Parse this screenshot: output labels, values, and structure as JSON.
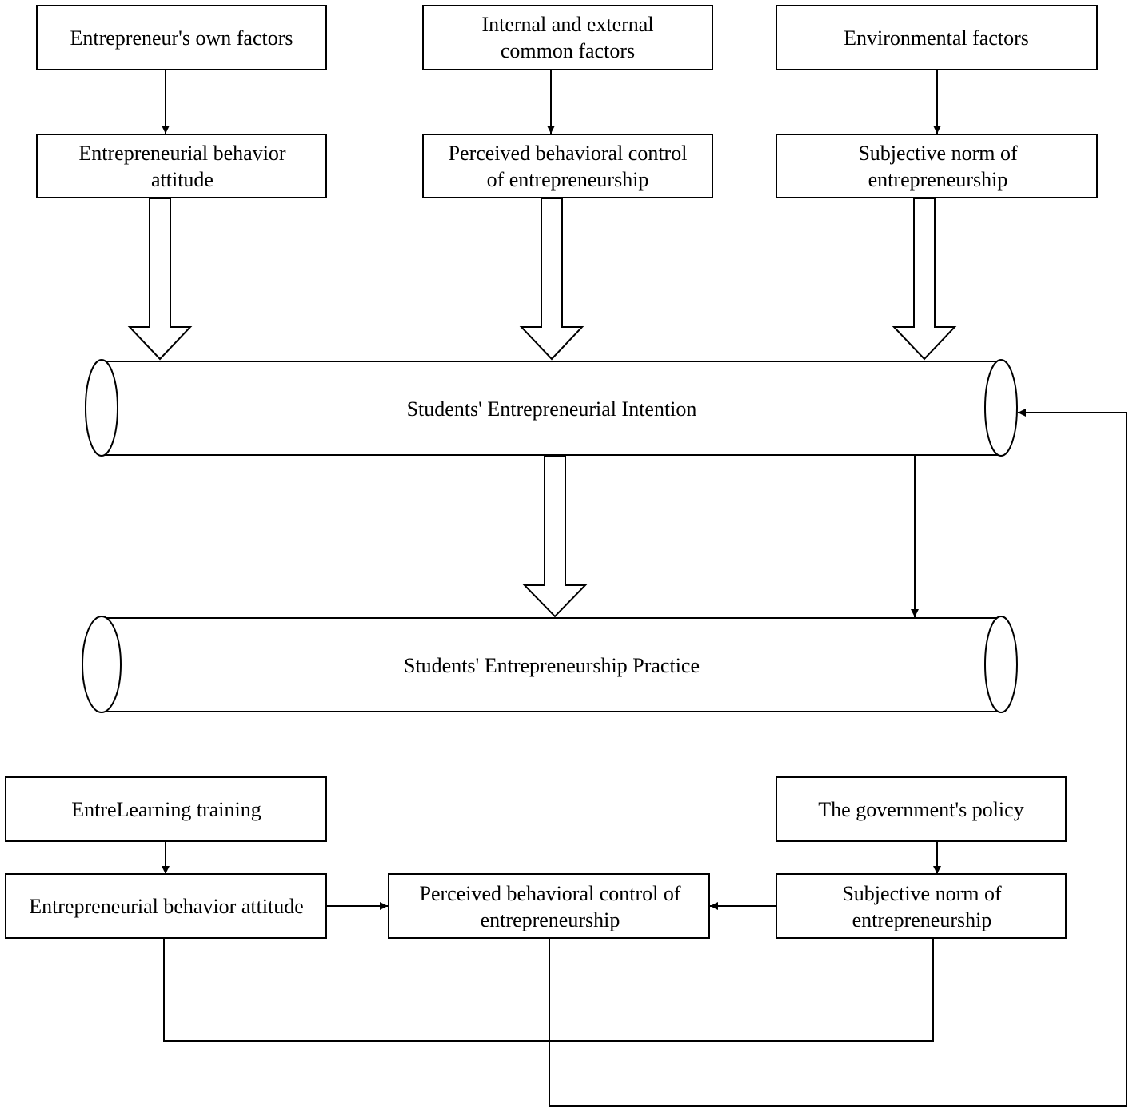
{
  "boxes": {
    "own_factors": "Entrepreneur's own factors",
    "common_factors_line1": "Internal and external",
    "common_factors_line2": "common factors",
    "environmental_factors": "Environmental factors",
    "attitude_top_line1": "Entrepreneurial behavior",
    "attitude_top_line2": "attitude",
    "control_top_line1": "Perceived behavioral control",
    "control_top_line2": "of entrepreneurship",
    "norm_top_line1": "Subjective norm of",
    "norm_top_line2": "entrepreneurship",
    "learning_training": "EntreLearning training",
    "government_policy": "The government's policy",
    "attitude_bottom": "Entrepreneurial behavior attitude",
    "control_bottom_line1": "Perceived behavioral control of",
    "control_bottom_line2": "entrepreneurship",
    "norm_bottom_line1": "Subjective norm of",
    "norm_bottom_line2": "entrepreneurship"
  },
  "cylinders": {
    "intention": "Students' Entrepreneurial Intention",
    "practice": "Students' Entrepreneurship Practice"
  }
}
